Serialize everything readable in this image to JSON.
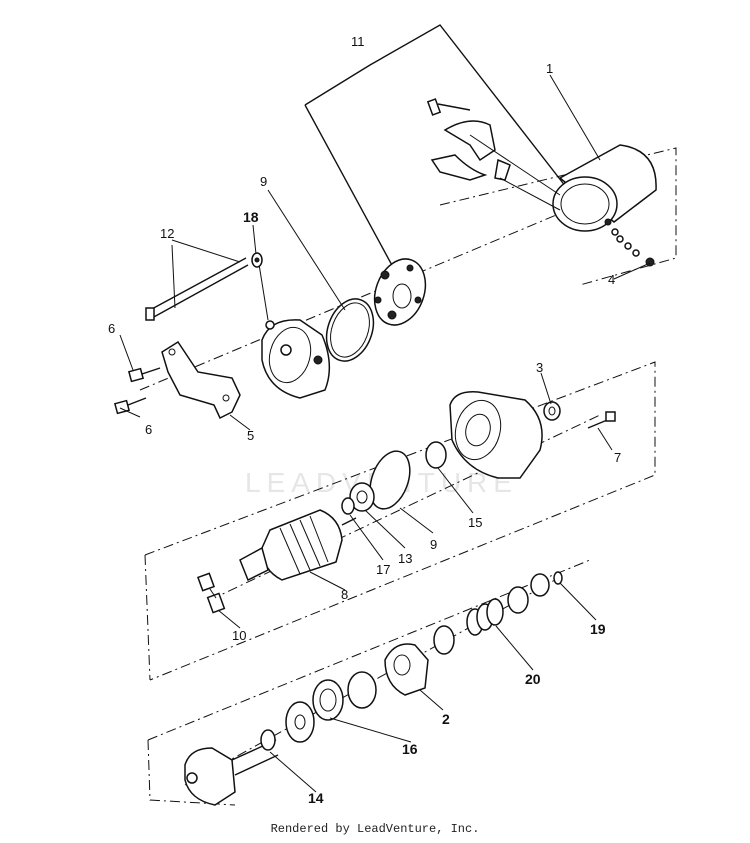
{
  "watermark": "LEADVENTURE",
  "callouts": {
    "c1": "1",
    "c2": "2",
    "c3": "3",
    "c4": "4",
    "c5": "5",
    "c6a": "6",
    "c6b": "6",
    "c7": "7",
    "c8": "8",
    "c9a": "9",
    "c9b": "9",
    "c10": "10",
    "c11": "11",
    "c12": "12",
    "c13": "13",
    "c14": "14",
    "c15": "15",
    "c16": "16",
    "c17": "17",
    "c18": "18",
    "c19": "19",
    "c20": "20"
  },
  "footer": "Rendered by LeadVenture, Inc."
}
